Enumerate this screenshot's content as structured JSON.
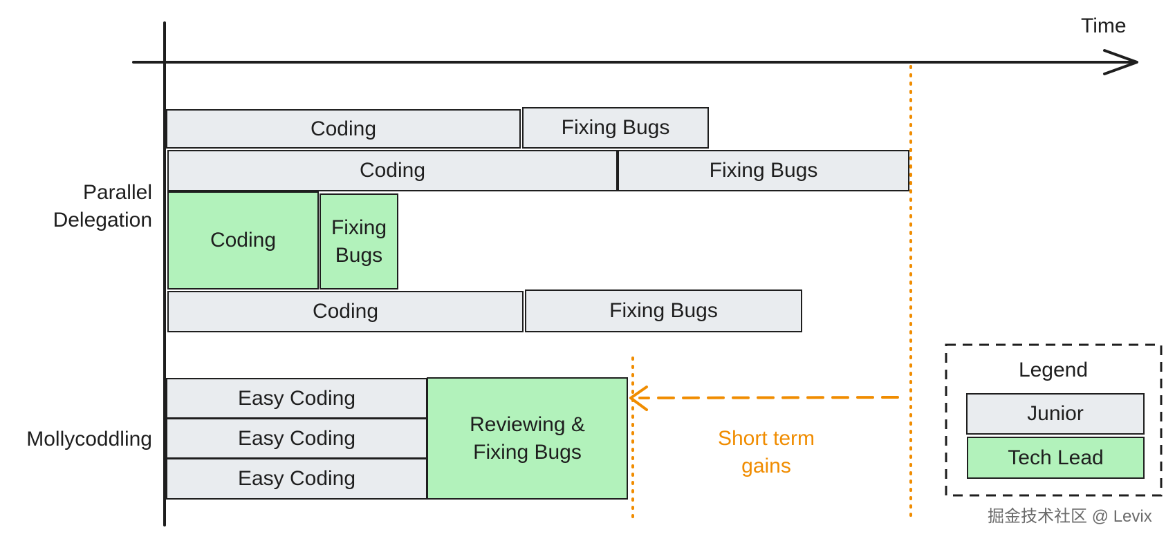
{
  "axis": {
    "time_label": "Time"
  },
  "groups": {
    "parallel": {
      "label": "Parallel\nDelegation"
    },
    "molly": {
      "label": "Mollycoddling"
    }
  },
  "tasks": {
    "coding": "Coding",
    "fixing_bugs": "Fixing Bugs",
    "fixing_bugs_wrapped": "Fixing\nBugs",
    "easy_coding": "Easy Coding",
    "reviewing": "Reviewing &\nFixing Bugs"
  },
  "annotation": {
    "short_term_gains": "Short term\ngains"
  },
  "legend": {
    "title": "Legend",
    "junior": "Junior",
    "tech_lead": "Tech Lead"
  },
  "watermark": "掘金技术社区 @ Levix",
  "colors": {
    "junior": "#e9ecef",
    "tech_lead": "#b2f2bb",
    "accent": "#f08c00",
    "stroke": "#1e1e1e"
  }
}
